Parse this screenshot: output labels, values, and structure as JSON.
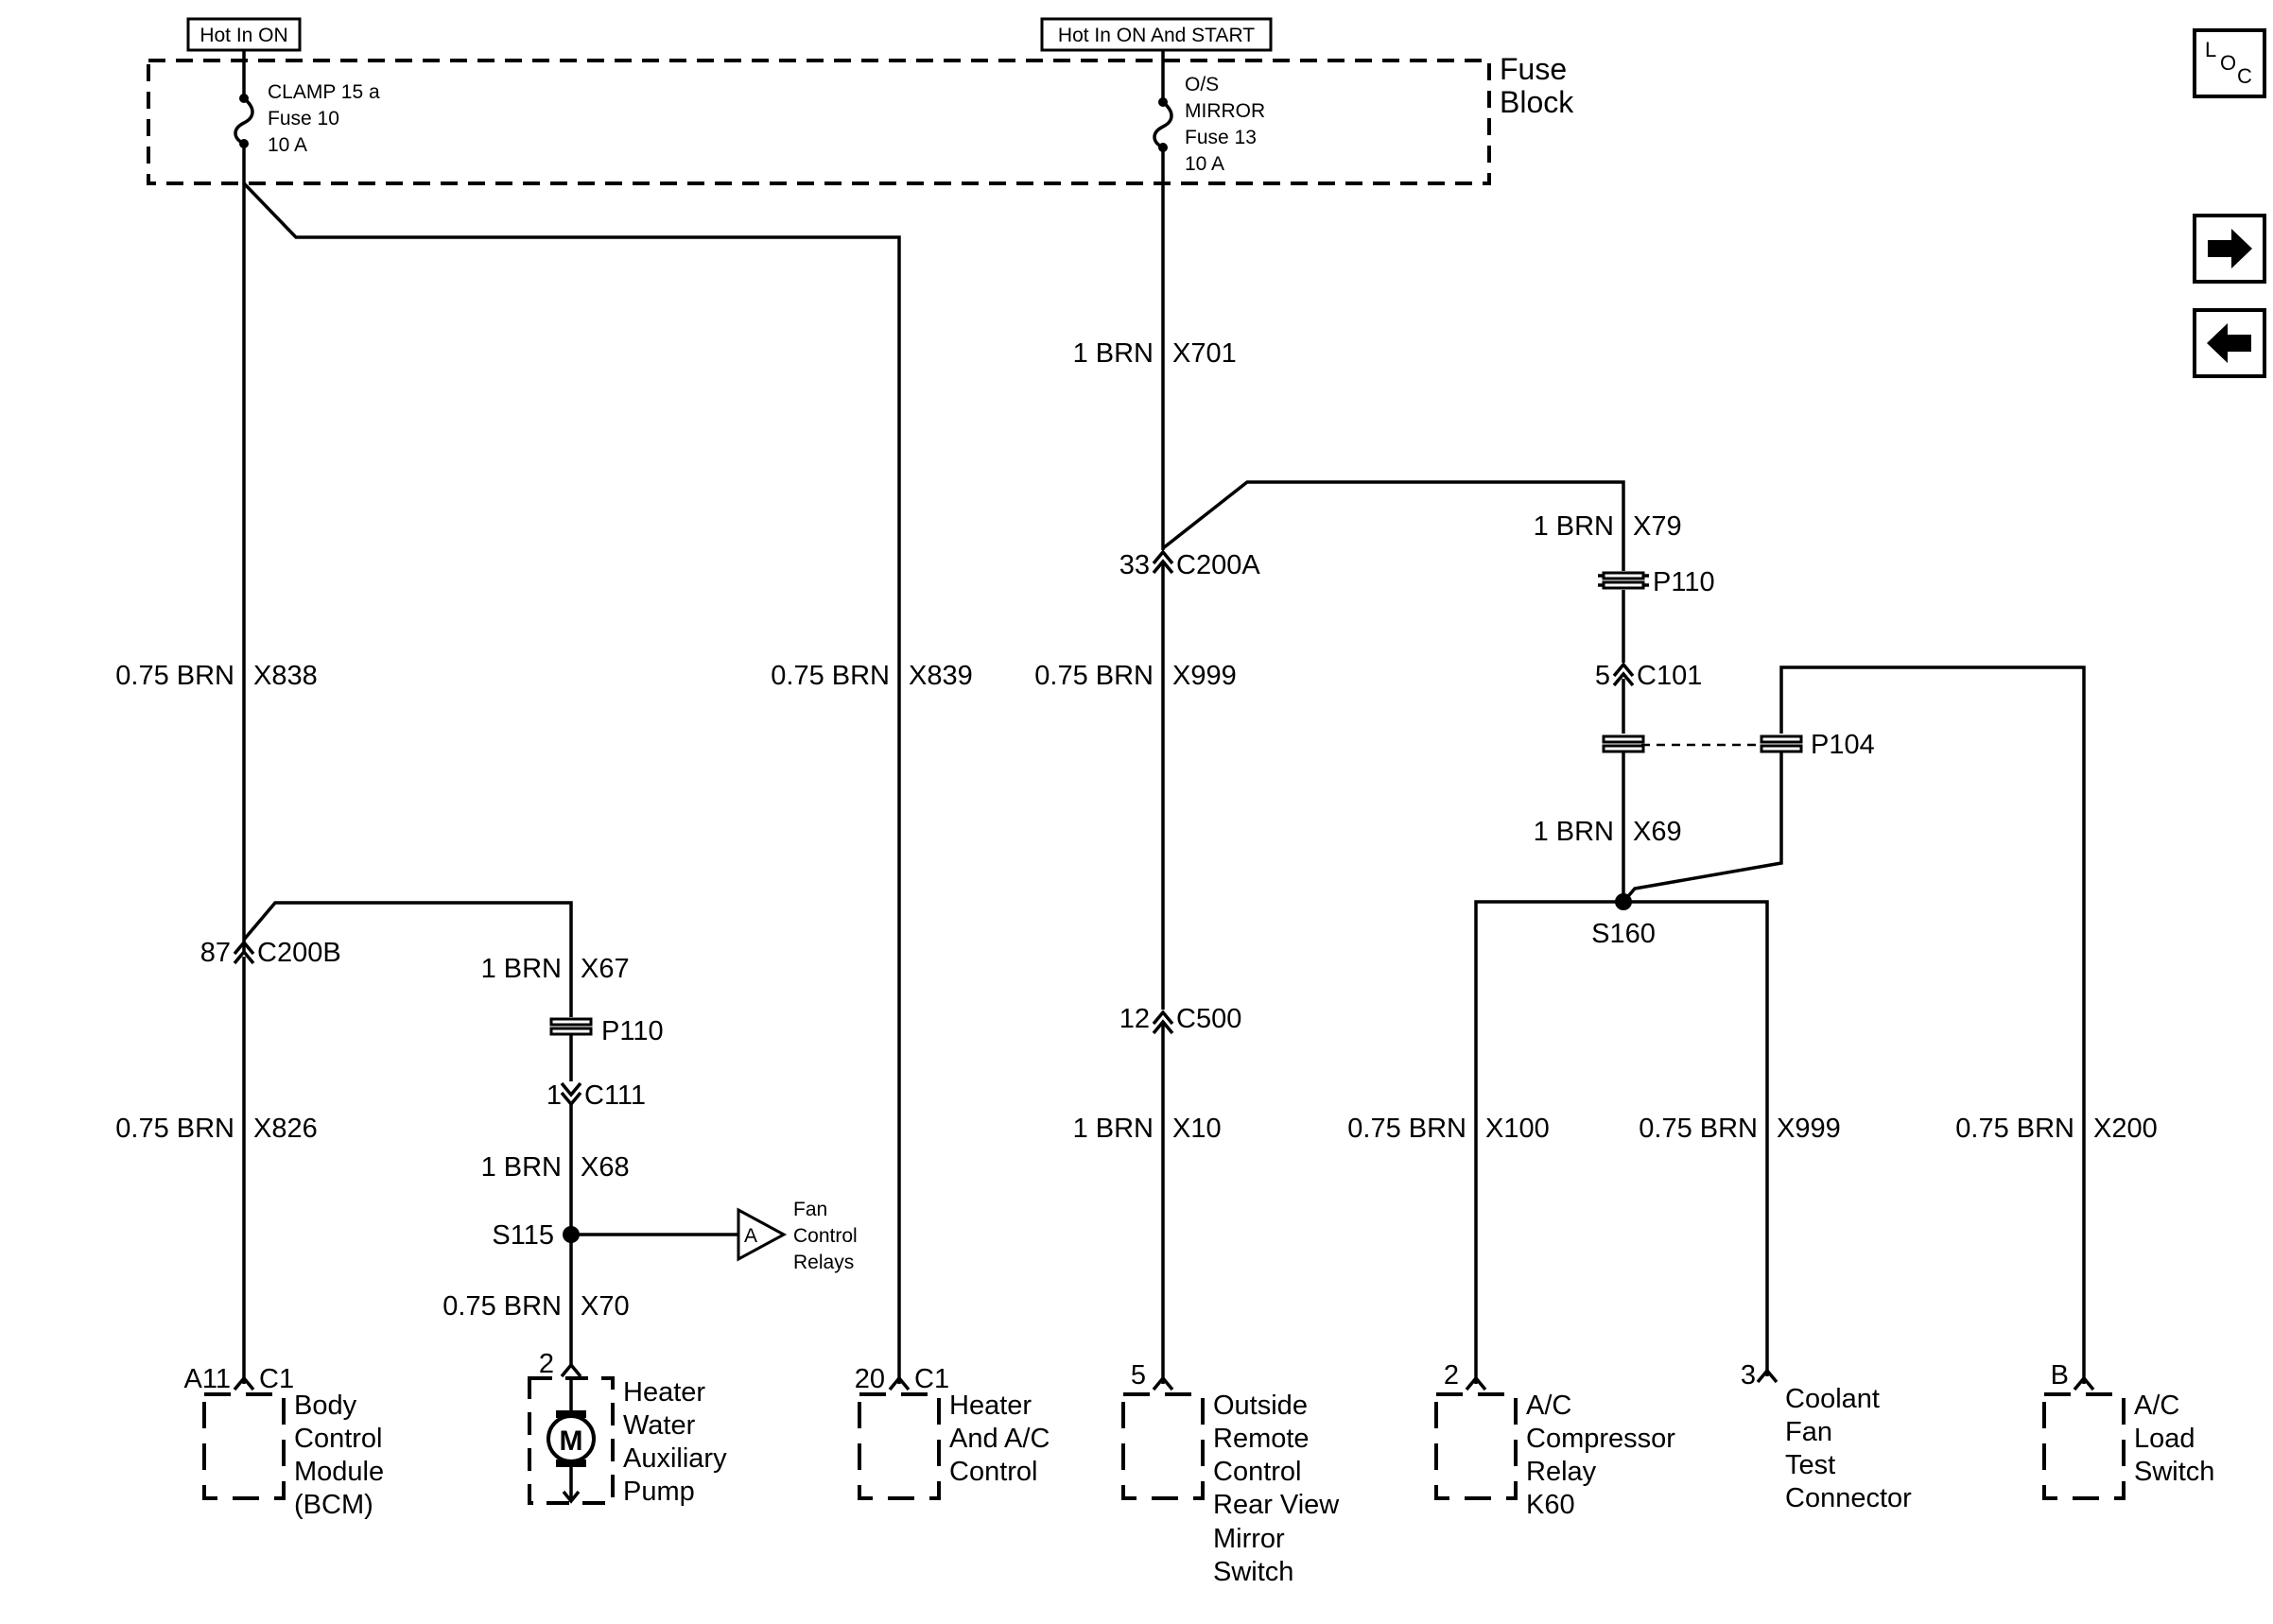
{
  "power": {
    "hot_on": "Hot In ON",
    "hot_on_start": "Hot In ON And START"
  },
  "fuse_block": {
    "line1": "Fuse",
    "line2": "Block",
    "fuse10": [
      "CLAMP 15 a",
      "Fuse 10",
      "10 A"
    ],
    "fuse13": [
      "O/S",
      "MIRROR",
      "Fuse 13",
      "10 A"
    ]
  },
  "wires": {
    "x701": {
      "gauge": "1 BRN",
      "circuit": "X701"
    },
    "x838": {
      "gauge": "0.75 BRN",
      "circuit": "X838"
    },
    "x839": {
      "gauge": "0.75 BRN",
      "circuit": "X839"
    },
    "x999a": {
      "gauge": "0.75 BRN",
      "circuit": "X999"
    },
    "x79": {
      "gauge": "1 BRN",
      "circuit": "X79"
    },
    "x69": {
      "gauge": "1 BRN",
      "circuit": "X69"
    },
    "x67": {
      "gauge": "1 BRN",
      "circuit": "X67"
    },
    "x826": {
      "gauge": "0.75 BRN",
      "circuit": "X826"
    },
    "x68": {
      "gauge": "1 BRN",
      "circuit": "X68"
    },
    "x70": {
      "gauge": "0.75 BRN",
      "circuit": "X70"
    },
    "x10": {
      "gauge": "1 BRN",
      "circuit": "X10"
    },
    "x100": {
      "gauge": "0.75 BRN",
      "circuit": "X100"
    },
    "x999b": {
      "gauge": "0.75 BRN",
      "circuit": "X999"
    },
    "x200": {
      "gauge": "0.75 BRN",
      "circuit": "X200"
    }
  },
  "connectors": {
    "c200a": {
      "pin": "33",
      "name": "C200A"
    },
    "c101": {
      "pin": "5",
      "name": "C101"
    },
    "c200b": {
      "pin": "87",
      "name": "C200B"
    },
    "c111": {
      "pin": "1",
      "name": "C111"
    },
    "c500": {
      "pin": "12",
      "name": "C500"
    },
    "p110a": "P110",
    "p110b": "P110",
    "p104": "P104",
    "s160": "S160",
    "s115": "S115"
  },
  "offpage": {
    "letter": "A",
    "label": [
      "Fan",
      "Control",
      "Relays"
    ]
  },
  "components": {
    "bcm": {
      "pin": "A11",
      "conn": "C1",
      "name": [
        "Body",
        "Control",
        "Module",
        "(BCM)"
      ]
    },
    "pump": {
      "pin": "2",
      "motor": "M",
      "name": [
        "Heater",
        "Water",
        "Auxiliary",
        "Pump"
      ]
    },
    "hvac": {
      "pin": "20",
      "conn": "C1",
      "name": [
        "Heater",
        "And A/C",
        "Control"
      ]
    },
    "mirror": {
      "pin": "5",
      "name": [
        "Outside",
        "Remote",
        "Control",
        "Rear View",
        "Mirror",
        "Switch"
      ]
    },
    "relay": {
      "pin": "2",
      "name": [
        "A/C",
        "Compressor",
        "Relay",
        "K60"
      ]
    },
    "coolant": {
      "pin": "3",
      "name": [
        "Coolant",
        "Fan",
        "Test",
        "Connector"
      ]
    },
    "load": {
      "pin": "B",
      "name": [
        "A/C",
        "Load",
        "Switch"
      ]
    }
  },
  "nav": {
    "loc_l": "L",
    "loc_o": "O",
    "loc_c": "C"
  }
}
